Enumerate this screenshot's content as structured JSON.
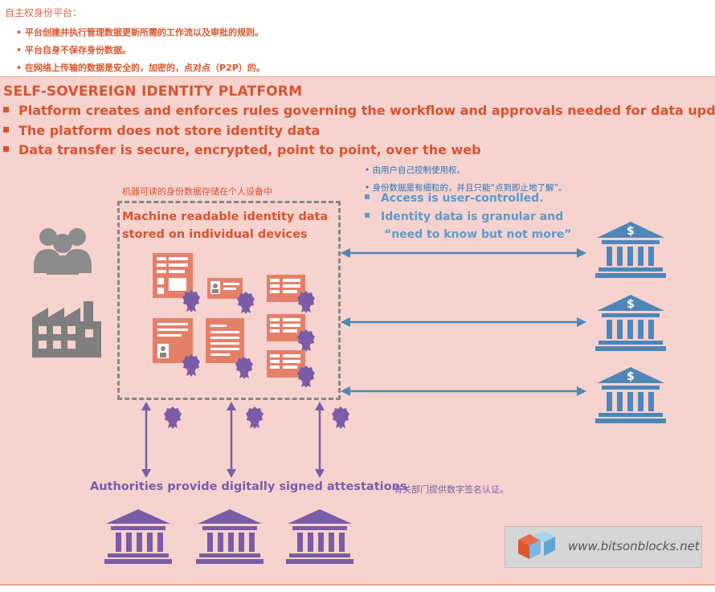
{
  "cn_header": {
    "title": "自主权身份平台：",
    "bullets": [
      "平台创建并执行管理数据更新所需的工作流以及审批的规则。",
      "平台自身不保存身份数据。",
      "在网络上传输的数据是安全的，加密的，点对点（P2P）的。"
    ],
    "bullet_marker": "•"
  },
  "diagram": {
    "title": "SELF-SOVEREIGN IDENTITY PLATFORM",
    "bullets": [
      "Platform creates and enforces rules governing the workflow and approvals needed for data updates",
      "The platform does not store identity data",
      "Data transfer is secure, encrypted, point to point, over the web"
    ],
    "user_control_cn": [
      "• 由用户自己控制使用权。",
      "• 身份数据是有细粒的，并且只能“点到即止地了解”。"
    ],
    "user_control_en": [
      "Access is user-controlled.",
      "Identity data is granular and",
      "“need to know but not more”"
    ],
    "devices_cn": "机器可读的身份数据存储在个人设备中",
    "devices_en_line1": "Machine readable identity data",
    "devices_en_line2": "stored on individual devices",
    "authorities_en": "Authorities provide digitally signed attestations",
    "authorities_cn": "有关部门提供数字签名认证。",
    "logo_text": "www.bitsonblocks.net",
    "colors": {
      "orange": "#d8532f",
      "blue": "#5b9bc9",
      "purple": "#7b5ca6",
      "gray": "#7a7a7a",
      "panel": "#f6d3cf"
    },
    "icons": [
      "people-icon",
      "factory-icon",
      "bank-icon",
      "authority-building-icon",
      "badge-icon",
      "id-card-icon",
      "document-icon",
      "cube-logo-icon"
    ]
  }
}
